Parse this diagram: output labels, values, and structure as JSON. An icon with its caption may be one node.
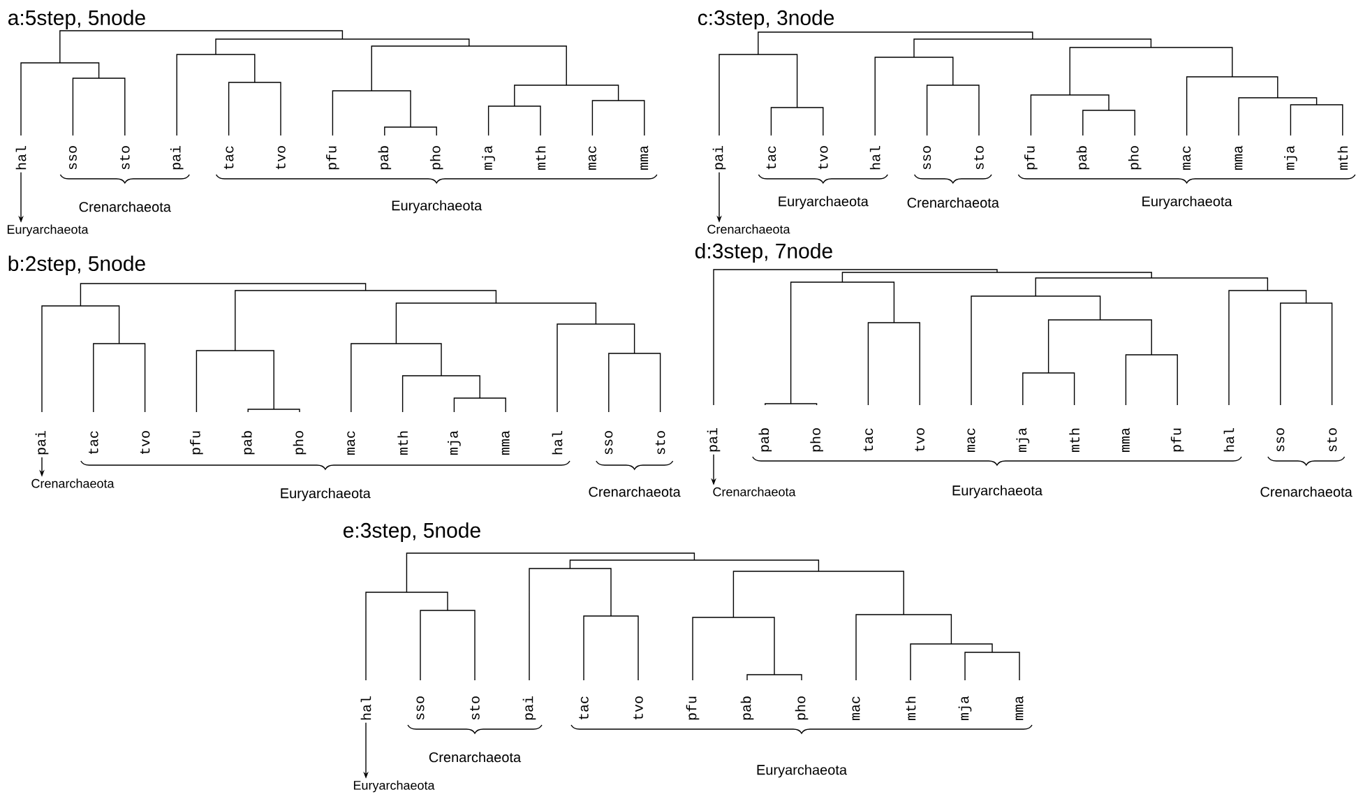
{
  "diagram": {
    "nodes": [
      {
        "text": [
          "hal"
        ]
      },
      {
        "text": [
          "Euryarchaeota"
        ]
      },
      {
        "text": [
          "pai"
        ]
      },
      {
        "text": [
          "Crenarchaeota"
        ]
      },
      {
        "text": [
          "pai"
        ]
      },
      {
        "text": [
          "Crenarchaeota"
        ]
      },
      {
        "text": [
          "pai"
        ]
      },
      {
        "text": [
          "Crenarchaeota"
        ]
      },
      {
        "text": [
          "hal"
        ]
      },
      {
        "text": [
          "Euryarchaeota"
        ]
      }
    ],
    "edges": [
      {
        "from": 0,
        "to": 1,
        "arrow": "to"
      },
      {
        "from": 2,
        "to": 3,
        "arrow": "to"
      },
      {
        "from": 4,
        "to": 5,
        "arrow": "to"
      },
      {
        "from": 6,
        "to": 7,
        "arrow": "to"
      },
      {
        "from": 8,
        "to": 9,
        "arrow": "to"
      }
    ],
    "labels": [
      "a:5step, 5node",
      "sso",
      "sto",
      "pai",
      "tac",
      "tvo",
      "pfu",
      "pab",
      "pho",
      "mja",
      "mth",
      "mac",
      "mma",
      "Crenarchaeota",
      "Euryarchaeota",
      "c:3step, 3node",
      "tac",
      "tvo",
      "hal",
      "sso",
      "sto",
      "pfu",
      "pab",
      "pho",
      "mac",
      "mma",
      "mja",
      "mth",
      "Euryarchaeota",
      "Crenarchaeota",
      "Euryarchaeota",
      "b:2step, 5node",
      "tac",
      "tvo",
      "pfu",
      "pab",
      "pho",
      "mac",
      "mth",
      "mja",
      "mma",
      "hal",
      "sso",
      "sto",
      "Euryarchaeota",
      "Crenarchaeota",
      "d:3step, 7node",
      "pab",
      "pho",
      "tac",
      "tvo",
      "mac",
      "mja",
      "mth",
      "mma",
      "pfu",
      "hal",
      "sso",
      "sto",
      "Euryarchaeota",
      "Crenarchaeota",
      "e:3step, 5node",
      "sso",
      "sto",
      "pai",
      "tac",
      "tvo",
      "pfu",
      "pab",
      "pho",
      "mac",
      "mth",
      "mja",
      "mma",
      "Crenarchaeota",
      "Euryarchaeota"
    ]
  }
}
